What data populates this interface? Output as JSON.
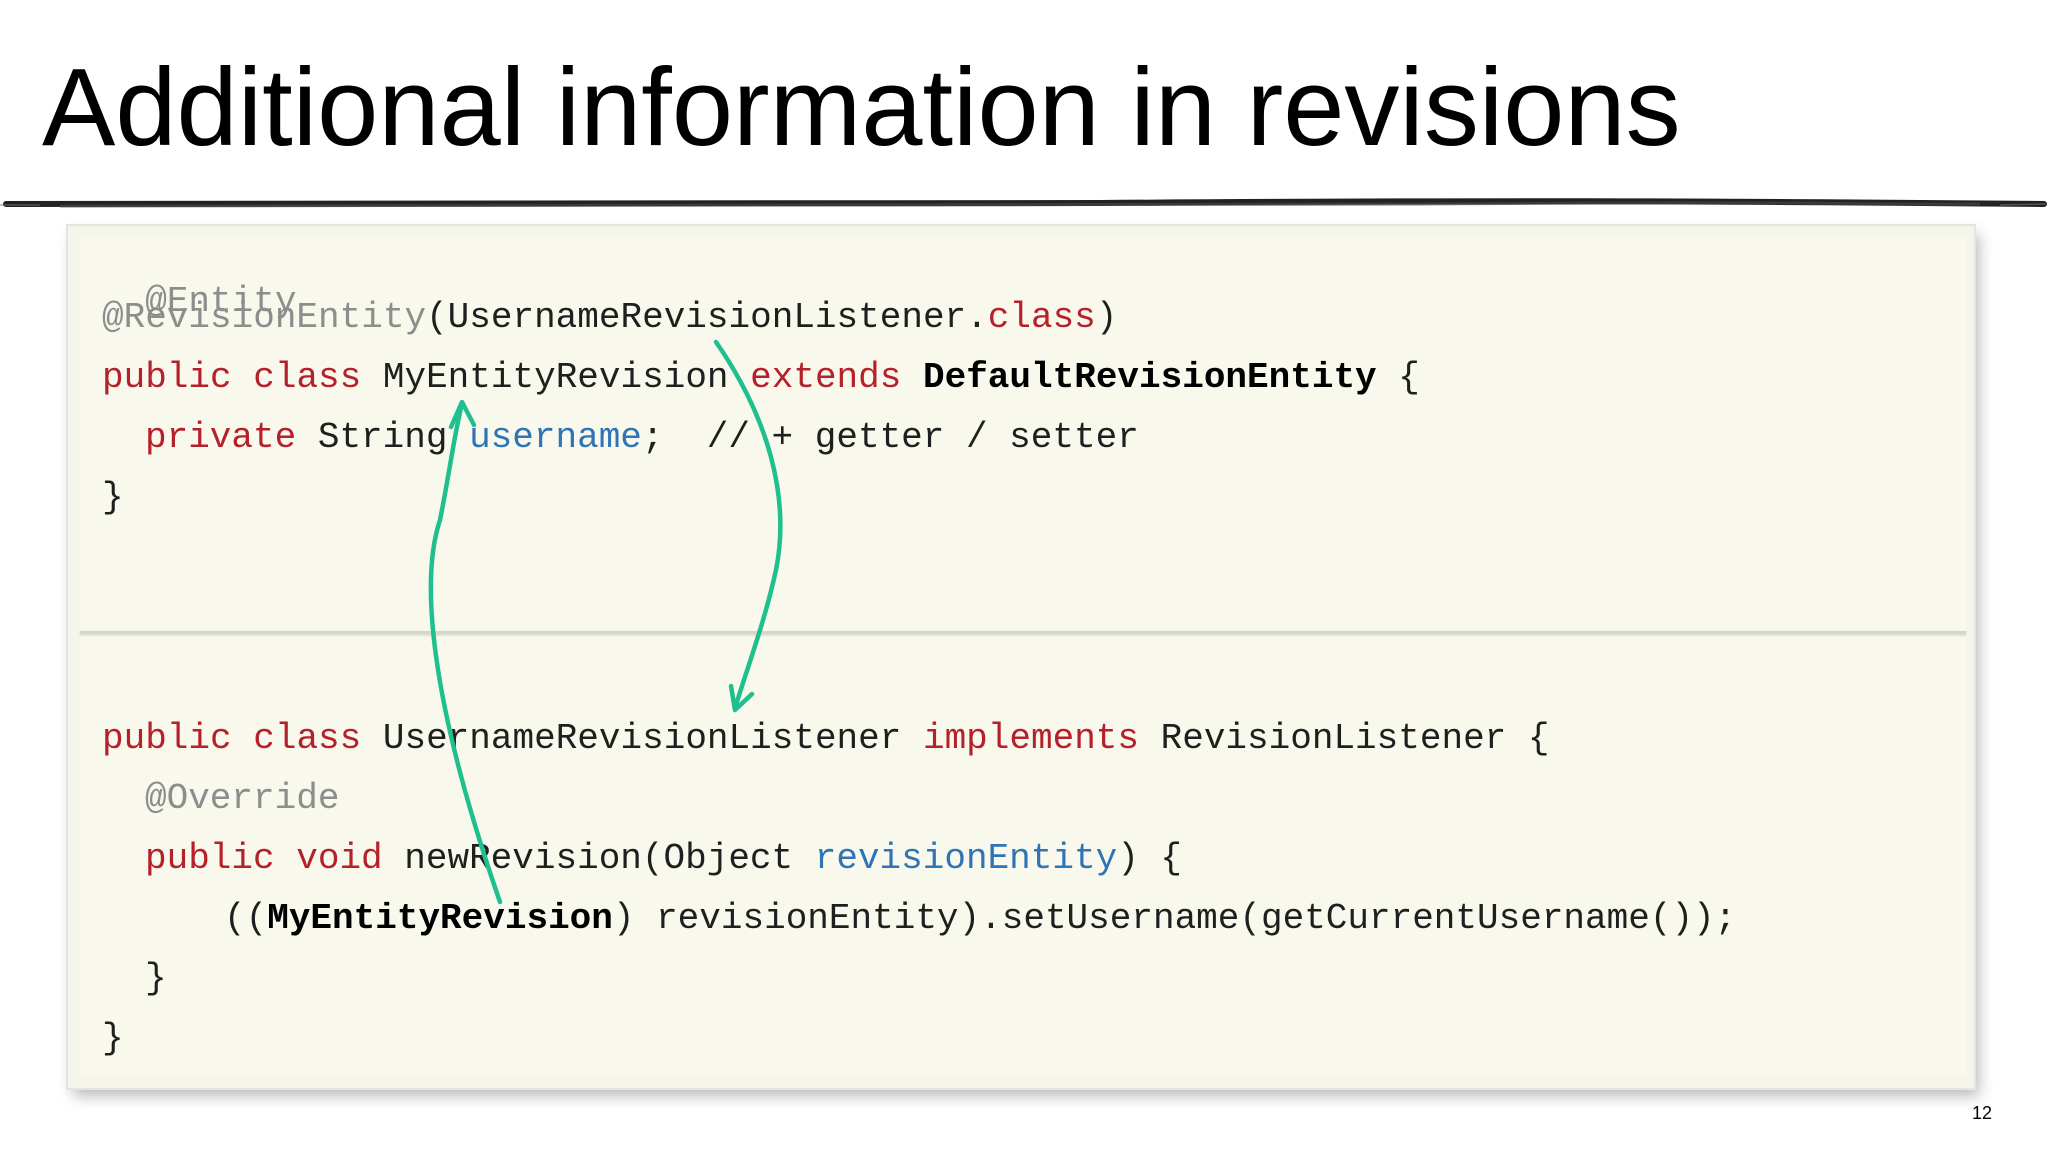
{
  "slide": {
    "title": "Additional information in revisions",
    "page_number": "12"
  },
  "colors": {
    "keyword": "#b5202a",
    "annotation": "#8d8d8d",
    "variable": "#2f75b5",
    "arrow": "#1fbf8f",
    "code_background": "#f8f8ec"
  },
  "code_top": {
    "l1_annotation": "@Entity",
    "l2_annotation": "@RevisionEntity",
    "l2_paren_open": "(UsernameRevisionListener.",
    "l2_class_kw": "class",
    "l2_paren_close": ")",
    "l3_public": "public",
    "l3_class": "class",
    "l3_name": "MyEntityRevision",
    "l3_extends": "extends",
    "l3_parent": "DefaultRevisionEntity",
    "l3_brace": "{",
    "l4_private": "private",
    "l4_type": "String",
    "l4_field": "username",
    "l4_semicolon": ";",
    "l4_comment": "// + getter / setter",
    "l5_brace": "}"
  },
  "code_bottom": {
    "l1_public": "public",
    "l1_class": "class",
    "l1_name": "UsernameRevisionListener",
    "l1_implements": "implements",
    "l1_interface": "RevisionListener",
    "l1_brace": "{",
    "l2_annotation": "@Override",
    "l3_public": "public",
    "l3_void": "void",
    "l3_method": "newRevision(Object",
    "l3_param": "revisionEntity",
    "l3_close": ") {",
    "l4_open": "((",
    "l4_cast": "MyEntityRevision",
    "l4_rest": ") revisionEntity).setUsername(getCurrentUsername());",
    "l5_brace": "}",
    "l6_brace": "}"
  },
  "arrows": [
    {
      "name": "listener-to-revision-entity-arrow",
      "icon": "curved-arrow-up-icon"
    },
    {
      "name": "revision-entity-to-listener-arrow",
      "icon": "curved-arrow-down-icon"
    }
  ]
}
